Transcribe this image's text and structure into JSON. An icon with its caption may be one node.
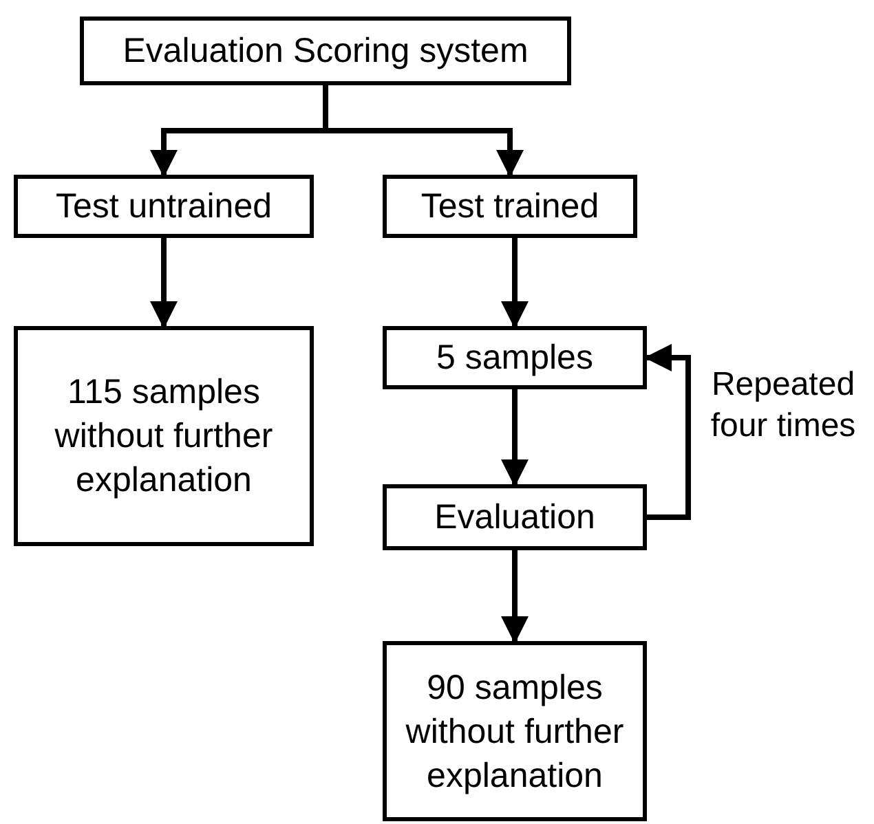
{
  "diagram": {
    "nodes": [
      {
        "text": [
          "Evaluation Scoring system"
        ]
      },
      {
        "text": [
          "Test untrained"
        ]
      },
      {
        "text": [
          "Test trained"
        ]
      },
      {
        "text": [
          "115 samples without further explanation"
        ]
      },
      {
        "text": [
          "5 samples"
        ]
      },
      {
        "text": [
          "Evaluation"
        ]
      },
      {
        "text": [
          "90 samples without further explanation"
        ]
      }
    ],
    "edges": [
      {
        "from": 0,
        "to": 1,
        "arrow": "to"
      },
      {
        "from": 0,
        "to": 2,
        "arrow": "to"
      },
      {
        "from": 1,
        "to": 3,
        "arrow": "to"
      },
      {
        "from": 2,
        "to": 4,
        "arrow": "to"
      },
      {
        "from": 4,
        "to": 5,
        "arrow": "to"
      },
      {
        "from": 5,
        "to": 4,
        "arrow": "to",
        "label": "Repeated four times"
      },
      {
        "from": 5,
        "to": 6,
        "arrow": "to"
      }
    ]
  }
}
